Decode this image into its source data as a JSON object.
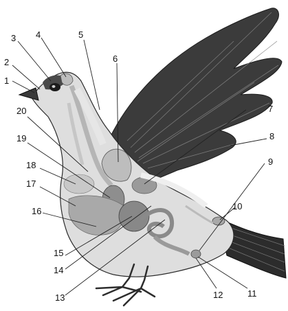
{
  "diagram": {
    "labels": [
      "1",
      "2",
      "3",
      "4",
      "5",
      "6",
      "7",
      "8",
      "9",
      "10",
      "11",
      "12",
      "13",
      "14",
      "15",
      "16",
      "17",
      "18",
      "19",
      "20"
    ]
  },
  "colors": {
    "outline": "#2a2a2a",
    "body_gray": "#cfcfcf",
    "organ_gray": "#a9a9a9",
    "dark_gray": "#7b7b7b",
    "wing": "#3b3b3b"
  }
}
